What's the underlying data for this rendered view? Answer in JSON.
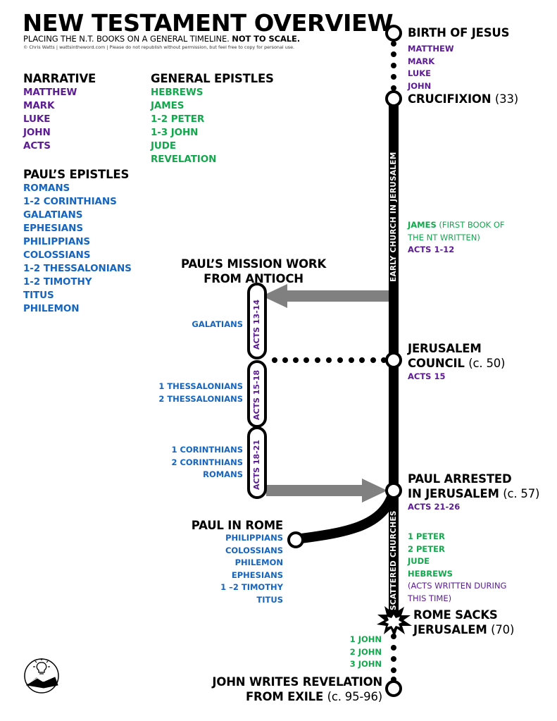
{
  "header": {
    "title": "NEW TESTAMENT OVERVIEW",
    "subtitle_regular": "PLACING THE N.T. BOOKS ON A GENERAL TIMELINE. ",
    "subtitle_bold": "NOT TO SCALE.",
    "copyright": "© Chris Watts | wattsintheword.com | Please do not republish without permission, but feel free to copy for personal use."
  },
  "colors": {
    "narrative": "#5b1b93",
    "general_epistles": "#13a84d",
    "pauls_epistles": "#1565c0",
    "timeline": "#000000",
    "arrow": "#808080"
  },
  "legend": {
    "narrative": {
      "heading": "NARRATIVE",
      "items": [
        "MATTHEW",
        "MARK",
        "LUKE",
        "JOHN",
        "ACTS"
      ]
    },
    "general_epistles": {
      "heading": "GENERAL EPISTLES",
      "items": [
        "HEBREWS",
        "JAMES",
        "1-2 PETER",
        "1-3 JOHN",
        "JUDE",
        "REVELATION"
      ]
    },
    "pauls_epistles": {
      "heading": "PAUL’S EPISTLES",
      "items": [
        "ROMANS",
        "1-2 CORINTHIANS",
        "GALATIANS",
        "EPHESIANS",
        "PHILIPPIANS",
        "COLOSSIANS",
        "1-2 THESSALONIANS",
        "1-2 TIMOTHY",
        "TITUS",
        "PHILEMON"
      ]
    }
  },
  "timeline": {
    "segment_labels": {
      "early_church": "EARLY CHURCH IN JERUSALEM",
      "scattered": "SCATTERED CHURCHES"
    },
    "events": {
      "birth": {
        "title": "BIRTH OF JESUS",
        "books": [
          "MATTHEW",
          "MARK",
          "LUKE",
          "JOHN"
        ]
      },
      "crucifixion": {
        "title": "CRUCIFIXION",
        "year": "(33)"
      },
      "james": {
        "book": "JAMES",
        "note": "(FIRST BOOK OF THE NT WRITTEN)",
        "note_line1": " (FIRST BOOK OF",
        "note_line2": "THE NT WRITTEN)",
        "acts": "ACTS 1-12"
      },
      "council": {
        "title_line1": "JERUSALEM",
        "title_line2": "COUNCIL",
        "year": "(c. 50)",
        "acts": "ACTS 15"
      },
      "arrest": {
        "title_line1": "PAUL ARRESTED",
        "title_line2": "IN JERUSALEM",
        "year": "(c. 57)",
        "acts": "ACTS 21-26"
      },
      "scattered_books": [
        "1 PETER",
        "2 PETER",
        "JUDE",
        "HEBREWS"
      ],
      "scattered_note_line1": "(ACTS WRITTEN DURING",
      "scattered_note_line2": "THIS TIME)",
      "rome_sacks": {
        "title_line1": "ROME SACKS",
        "title_line2": "JERUSALEM",
        "year": "(70)"
      },
      "john_letters": [
        "1 JOHN",
        "2 JOHN",
        "3 JOHN"
      ],
      "revelation": {
        "title_line1": "JOHN WRITES REVELATION",
        "title_line2": "FROM EXILE",
        "year": "(c. 95-96)"
      }
    }
  },
  "mission": {
    "heading_line1": "PAUL’S MISSION WORK",
    "heading_line2": "FROM ANTIOCH",
    "journeys": [
      {
        "acts": "ACTS 13-14",
        "books": [
          "GALATIANS"
        ]
      },
      {
        "acts": "ACTS 15-18",
        "books": [
          "1 THESSALONIANS",
          "2 THESSALONIANS"
        ]
      },
      {
        "acts": "ACTS 18-21",
        "books": [
          "1 CORINTHIANS",
          "2 CORINTHIANS",
          "ROMANS"
        ]
      }
    ]
  },
  "rome": {
    "heading": "PAUL IN ROME",
    "books": [
      "PHILIPPIANS",
      "COLOSSIANS",
      "PHILEMON",
      "EPHESIANS",
      "1 –2 TIMOTHY",
      "TITUS"
    ]
  },
  "logo": {
    "icon": "lightbulb-book-icon"
  }
}
